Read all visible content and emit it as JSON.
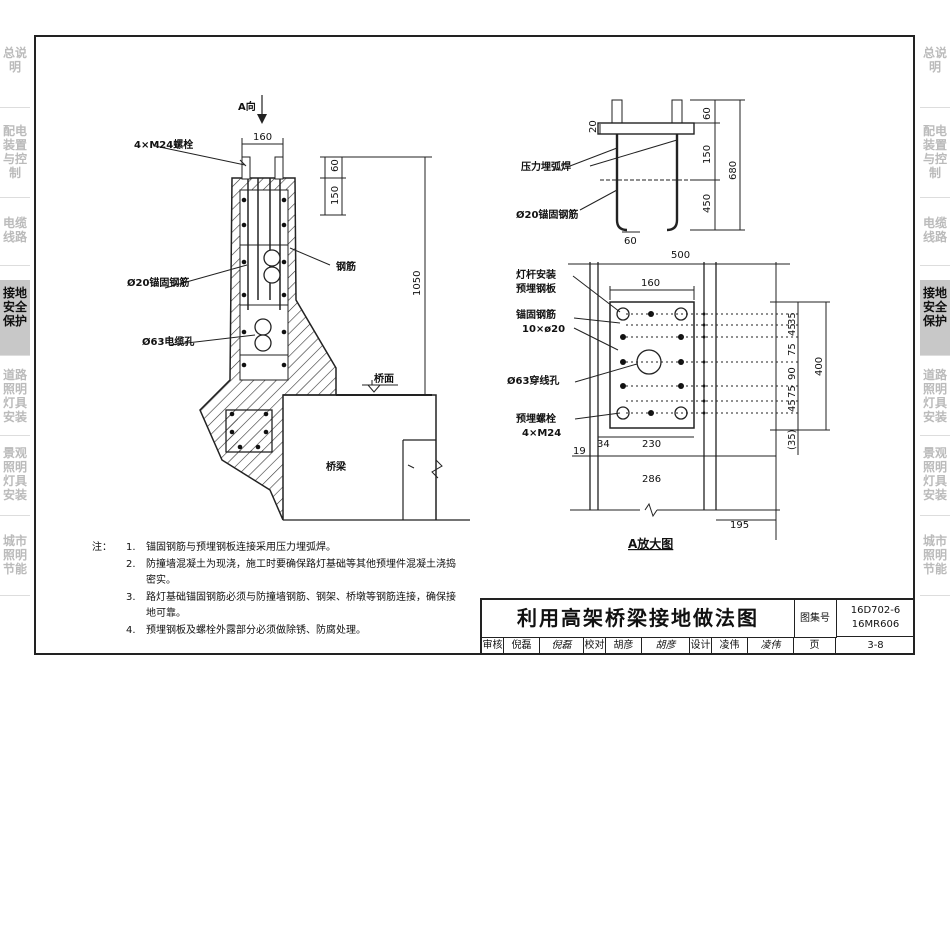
{
  "sidebar_left": [
    {
      "label": "总说明",
      "active": false
    },
    {
      "label": "配电装置与控制",
      "active": false
    },
    {
      "label": "电缆线路",
      "active": false
    },
    {
      "label": "接地安全保护",
      "active": true
    },
    {
      "label": "道路照明灯具安装",
      "active": false
    },
    {
      "label": "景观照明灯具安装",
      "active": false
    },
    {
      "label": "城市照明节能",
      "active": false
    }
  ],
  "sidebar_right": [
    {
      "label": "总说明",
      "active": false
    },
    {
      "label": "配电装置与控制",
      "active": false
    },
    {
      "label": "电缆线路",
      "active": false
    },
    {
      "label": "接地安全保护",
      "active": true
    },
    {
      "label": "道路照明灯具安装",
      "active": false
    },
    {
      "label": "景观照明灯具安装",
      "active": false
    },
    {
      "label": "城市照明节能",
      "active": false
    }
  ],
  "section": {
    "view_a": "A向",
    "bolt": "4×M24螺栓",
    "dim_160": "160",
    "dim_150": "150",
    "dim_60": "60",
    "dim_1050": "1050",
    "rebar": "钢筋",
    "anchor": "Ø20锚固钢筋",
    "hole": "Ø63电缆孔",
    "deck": "桥面",
    "beam": "桥梁"
  },
  "bolt_detail": {
    "dim_20": "20",
    "dim_60": "60",
    "dim_150": "150",
    "dim_450": "450",
    "dim_680": "680",
    "dim_60b": "60",
    "weld": "压力埋弧焊",
    "anchor": "Ø20锚固钢筋"
  },
  "plate_detail": {
    "dim_500": "500",
    "dim_160": "160",
    "plate1": "灯杆安装",
    "plate2": "预埋钢板",
    "anchor1": "锚固钢筋",
    "anchor2": "10×ø20",
    "hole": "Ø63穿线孔",
    "bolt1": "预埋螺栓",
    "bolt2": "4×M24",
    "dim_34": "34",
    "dim_230": "230",
    "dim_19": "19",
    "dim_286": "286",
    "dim_195": "195",
    "v_35": "35",
    "v_45": "45",
    "v_75": "75",
    "v_90": "90",
    "v_75b": "75",
    "v_45b": "45",
    "v_35p": "(35)",
    "dim_400": "400",
    "caption": "A放大图"
  },
  "notes": {
    "title": "注：",
    "items": [
      {
        "num": "1.",
        "text": "锚固钢筋与预埋钢板连接采用压力埋弧焊。"
      },
      {
        "num": "2.",
        "text": "防撞墙混凝土为现浇，施工时要确保路灯基础等其他预埋件混凝土浇捣密实。"
      },
      {
        "num": "3.",
        "text": "路灯基础锚固钢筋必须与防撞墙钢筋、钢架、桥墩等钢筋连接，确保接地可靠。"
      },
      {
        "num": "4.",
        "text": "预埋钢板及螺栓外露部分必须做除锈、防腐处理。"
      }
    ]
  },
  "title_block": {
    "title": "利用高架桥梁接地做法图",
    "atlas_label": "图集号",
    "code1": "16D702-6",
    "code2": "16MR606",
    "review": "审核",
    "reviewer": "倪磊",
    "review_sig": "倪磊",
    "check": "校对",
    "checker": "胡彦",
    "check_sig": "胡彦",
    "design": "设计",
    "designer": "凌伟",
    "design_sig": "凌伟",
    "page_label": "页",
    "page": "3-8"
  }
}
